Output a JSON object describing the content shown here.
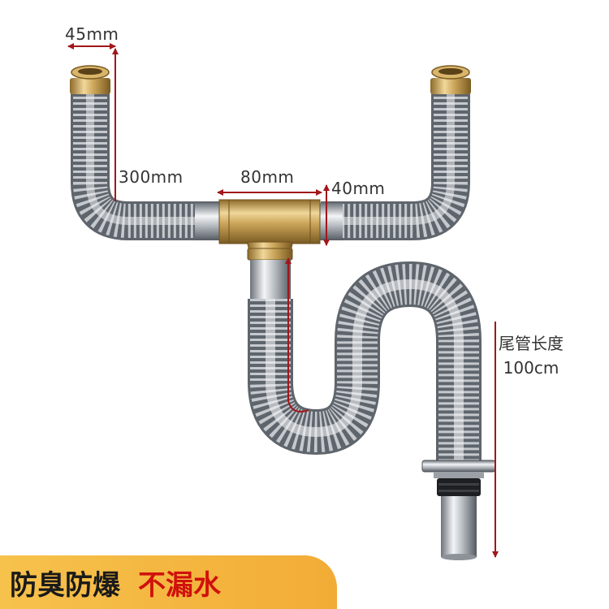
{
  "labels": {
    "inlet_diameter": "45mm",
    "riser_height": "300mm",
    "tee_width": "80mm",
    "tee_height": "40mm",
    "tail_title": "尾管长度",
    "tail_length": "100cm"
  },
  "banner": {
    "left_text": "防臭防爆",
    "right_text": "不漏水"
  },
  "colors": {
    "dimension_arrow": "#a0171b",
    "brass": "#c8a456",
    "banner_bg": "#f4b844",
    "banner_highlight": "#d0110c"
  }
}
